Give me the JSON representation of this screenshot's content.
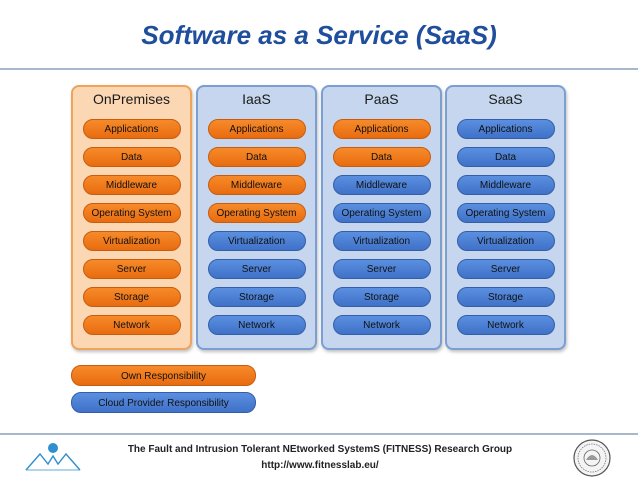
{
  "title": "Software as a Service (SaaS)",
  "columns": [
    {
      "name": "OnPremises",
      "kind": "own",
      "layers": [
        {
          "label": "Applications",
          "kind": "own"
        },
        {
          "label": "Data",
          "kind": "own"
        },
        {
          "label": "Middleware",
          "kind": "own"
        },
        {
          "label": "Operating System",
          "kind": "own"
        },
        {
          "label": "Virtualization",
          "kind": "own"
        },
        {
          "label": "Server",
          "kind": "own"
        },
        {
          "label": "Storage",
          "kind": "own"
        },
        {
          "label": "Network",
          "kind": "own"
        }
      ]
    },
    {
      "name": "IaaS",
      "kind": "cloud",
      "layers": [
        {
          "label": "Applications",
          "kind": "own"
        },
        {
          "label": "Data",
          "kind": "own"
        },
        {
          "label": "Middleware",
          "kind": "own"
        },
        {
          "label": "Operating System",
          "kind": "own"
        },
        {
          "label": "Virtualization",
          "kind": "cloud"
        },
        {
          "label": "Server",
          "kind": "cloud"
        },
        {
          "label": "Storage",
          "kind": "cloud"
        },
        {
          "label": "Network",
          "kind": "cloud"
        }
      ]
    },
    {
      "name": "PaaS",
      "kind": "cloud",
      "layers": [
        {
          "label": "Applications",
          "kind": "own"
        },
        {
          "label": "Data",
          "kind": "own"
        },
        {
          "label": "Middleware",
          "kind": "cloud"
        },
        {
          "label": "Operating System",
          "kind": "cloud"
        },
        {
          "label": "Virtualization",
          "kind": "cloud"
        },
        {
          "label": "Server",
          "kind": "cloud"
        },
        {
          "label": "Storage",
          "kind": "cloud"
        },
        {
          "label": "Network",
          "kind": "cloud"
        }
      ]
    },
    {
      "name": "SaaS",
      "kind": "cloud",
      "layers": [
        {
          "label": "Applications",
          "kind": "cloud"
        },
        {
          "label": "Data",
          "kind": "cloud"
        },
        {
          "label": "Middleware",
          "kind": "cloud"
        },
        {
          "label": "Operating System",
          "kind": "cloud"
        },
        {
          "label": "Virtualization",
          "kind": "cloud"
        },
        {
          "label": "Server",
          "kind": "cloud"
        },
        {
          "label": "Storage",
          "kind": "cloud"
        },
        {
          "label": "Network",
          "kind": "cloud"
        }
      ]
    }
  ],
  "legend": {
    "own": "Own Responsibility",
    "cloud": "Cloud Provider Responsibility"
  },
  "footer": {
    "group": "The Fault and Intrusion Tolerant NEtworked SystemS (FITNESS)  Research Group",
    "url": "http://www.fitnesslab.eu/"
  },
  "logos": {
    "left": "fitness-logo",
    "right": "university-seal"
  },
  "colors": {
    "own": "#e86c10",
    "cloud": "#3f72c8",
    "title": "#1f4e9c"
  }
}
